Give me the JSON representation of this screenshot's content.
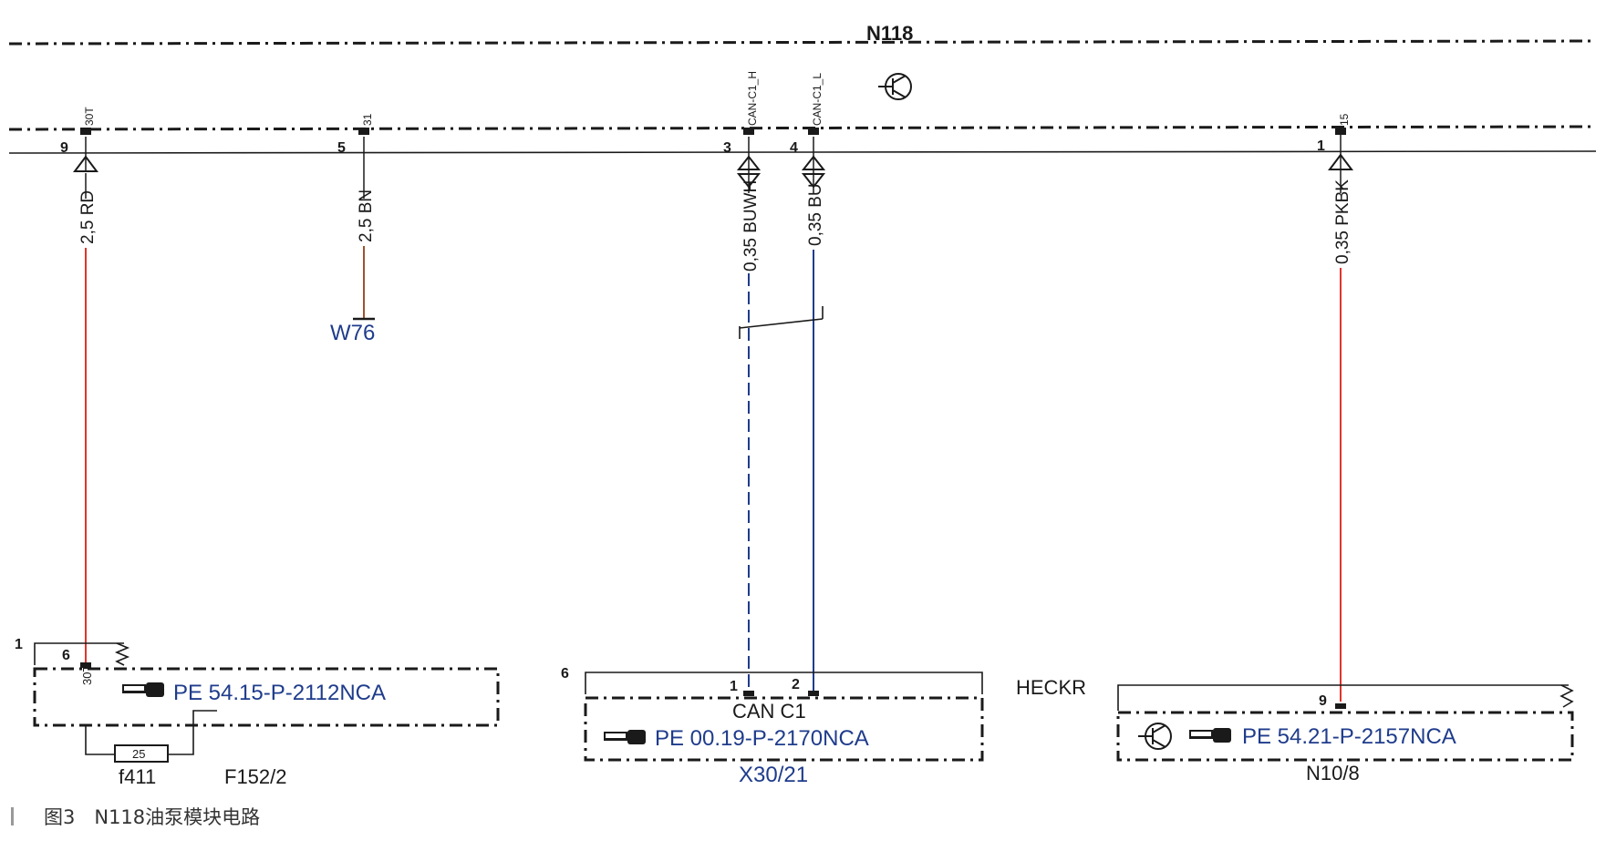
{
  "module": {
    "name": "N118",
    "pins": [
      {
        "num": "9",
        "term": "30T",
        "wire": "2,5 RD",
        "color": "#e0352b"
      },
      {
        "num": "5",
        "term": "31",
        "wire": "2,5 BN",
        "color": "#a0522d"
      },
      {
        "num": "3",
        "term": "CAN-C1_H",
        "wire": "0,35 BUWH",
        "color": "#1f3c8c"
      },
      {
        "num": "4",
        "term": "CAN-C1_L",
        "wire": "0,35 BU",
        "color": "#1f3c8c"
      },
      {
        "num": "1",
        "term": "15",
        "wire": "0,35 PKBK",
        "color": "#e0352b"
      }
    ]
  },
  "ground": {
    "label": "W76"
  },
  "fuse_box": {
    "corner_num": "1",
    "pin_num": "6",
    "pin_term": "30T",
    "ref": "PE 54.15-P-2112NCA",
    "fuse_value": "25",
    "fuse_name": "f411",
    "name": "F152/2"
  },
  "can_connector": {
    "corner_num": "6",
    "pin1": "1",
    "pin2": "2",
    "title": "CAN C1",
    "ref": "PE 00.19-P-2170NCA",
    "name": "X30/21"
  },
  "rear_module": {
    "title": "HECKR",
    "pin_num": "9",
    "ref": "PE 54.21-P-2157NCA",
    "name": "N10/8"
  },
  "caption": "图3　N118油泵模块电路",
  "icons": [
    "transistor-icon",
    "pointing-hand-icon",
    "fuse-icon",
    "ground-icon"
  ]
}
